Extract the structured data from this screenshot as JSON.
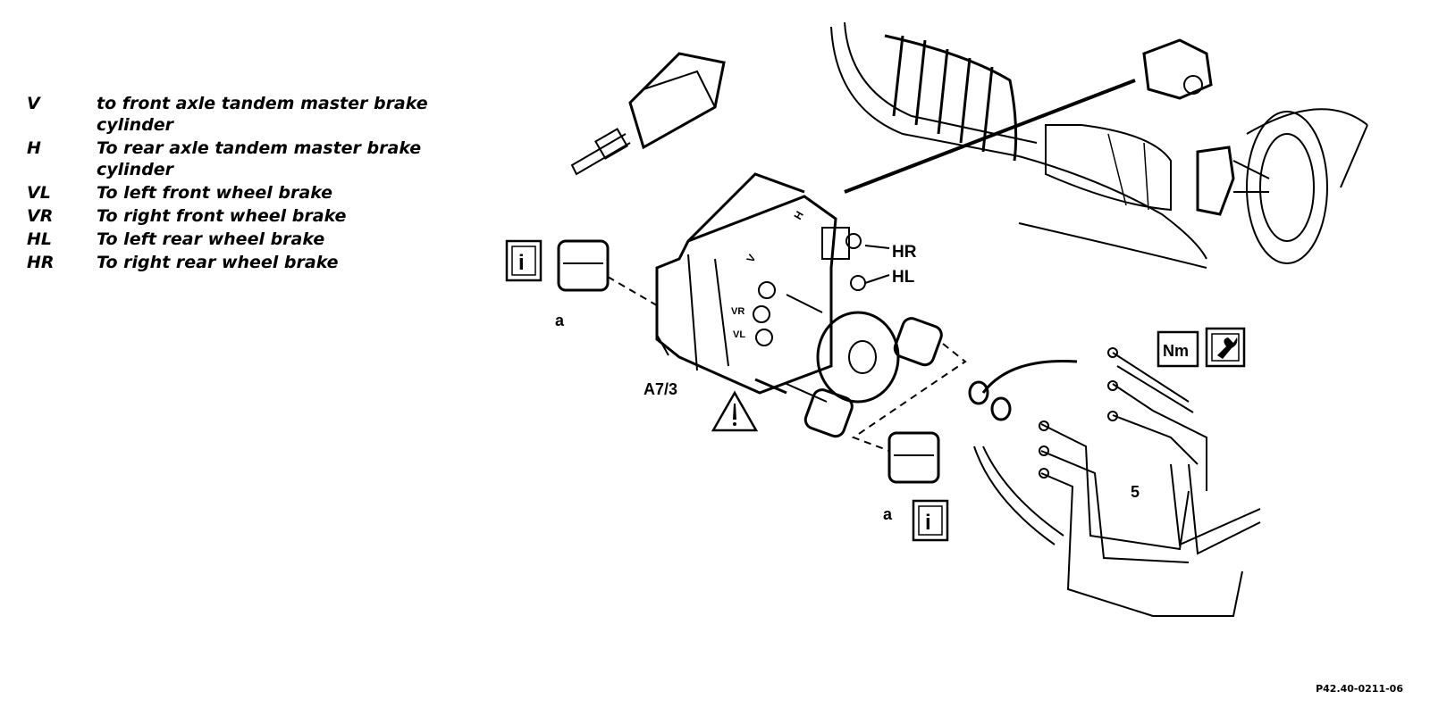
{
  "legend": [
    {
      "code": "V",
      "text": "to front axle tandem master brake cylinder"
    },
    {
      "code": "H",
      "text": "To rear axle tandem master brake cylinder"
    },
    {
      "code": "VL",
      "text": "To left front wheel brake"
    },
    {
      "code": "VR",
      "text": "To right front wheel brake"
    },
    {
      "code": "HL",
      "text": "To left rear wheel brake"
    },
    {
      "code": "HR",
      "text": "To right rear wheel brake"
    }
  ],
  "labels": {
    "hr": "HR",
    "hl": "HL",
    "a7_3": "A7/3",
    "a_left": "a",
    "a_right": "a",
    "five": "5",
    "nm": "Nm",
    "info": "i",
    "port_v": "V",
    "port_h": "H",
    "port_vr": "VR",
    "port_vl": "VL"
  },
  "figure_id": "P42.40-0211-06"
}
